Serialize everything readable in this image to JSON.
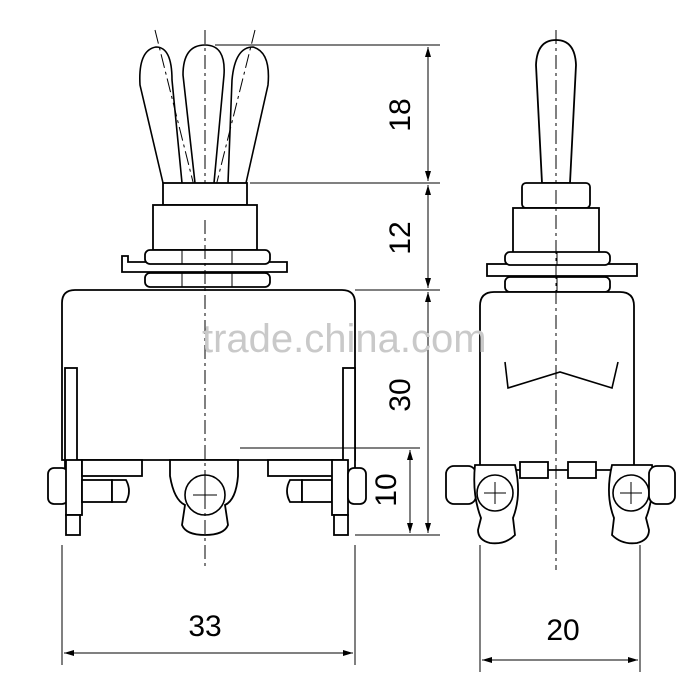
{
  "watermark": "trade.china.com",
  "dimensions": {
    "lever_length": "18",
    "bushing_height": "12",
    "body_height": "30",
    "terminal_height": "10",
    "body_width_front": "33",
    "body_width_side": "20"
  }
}
